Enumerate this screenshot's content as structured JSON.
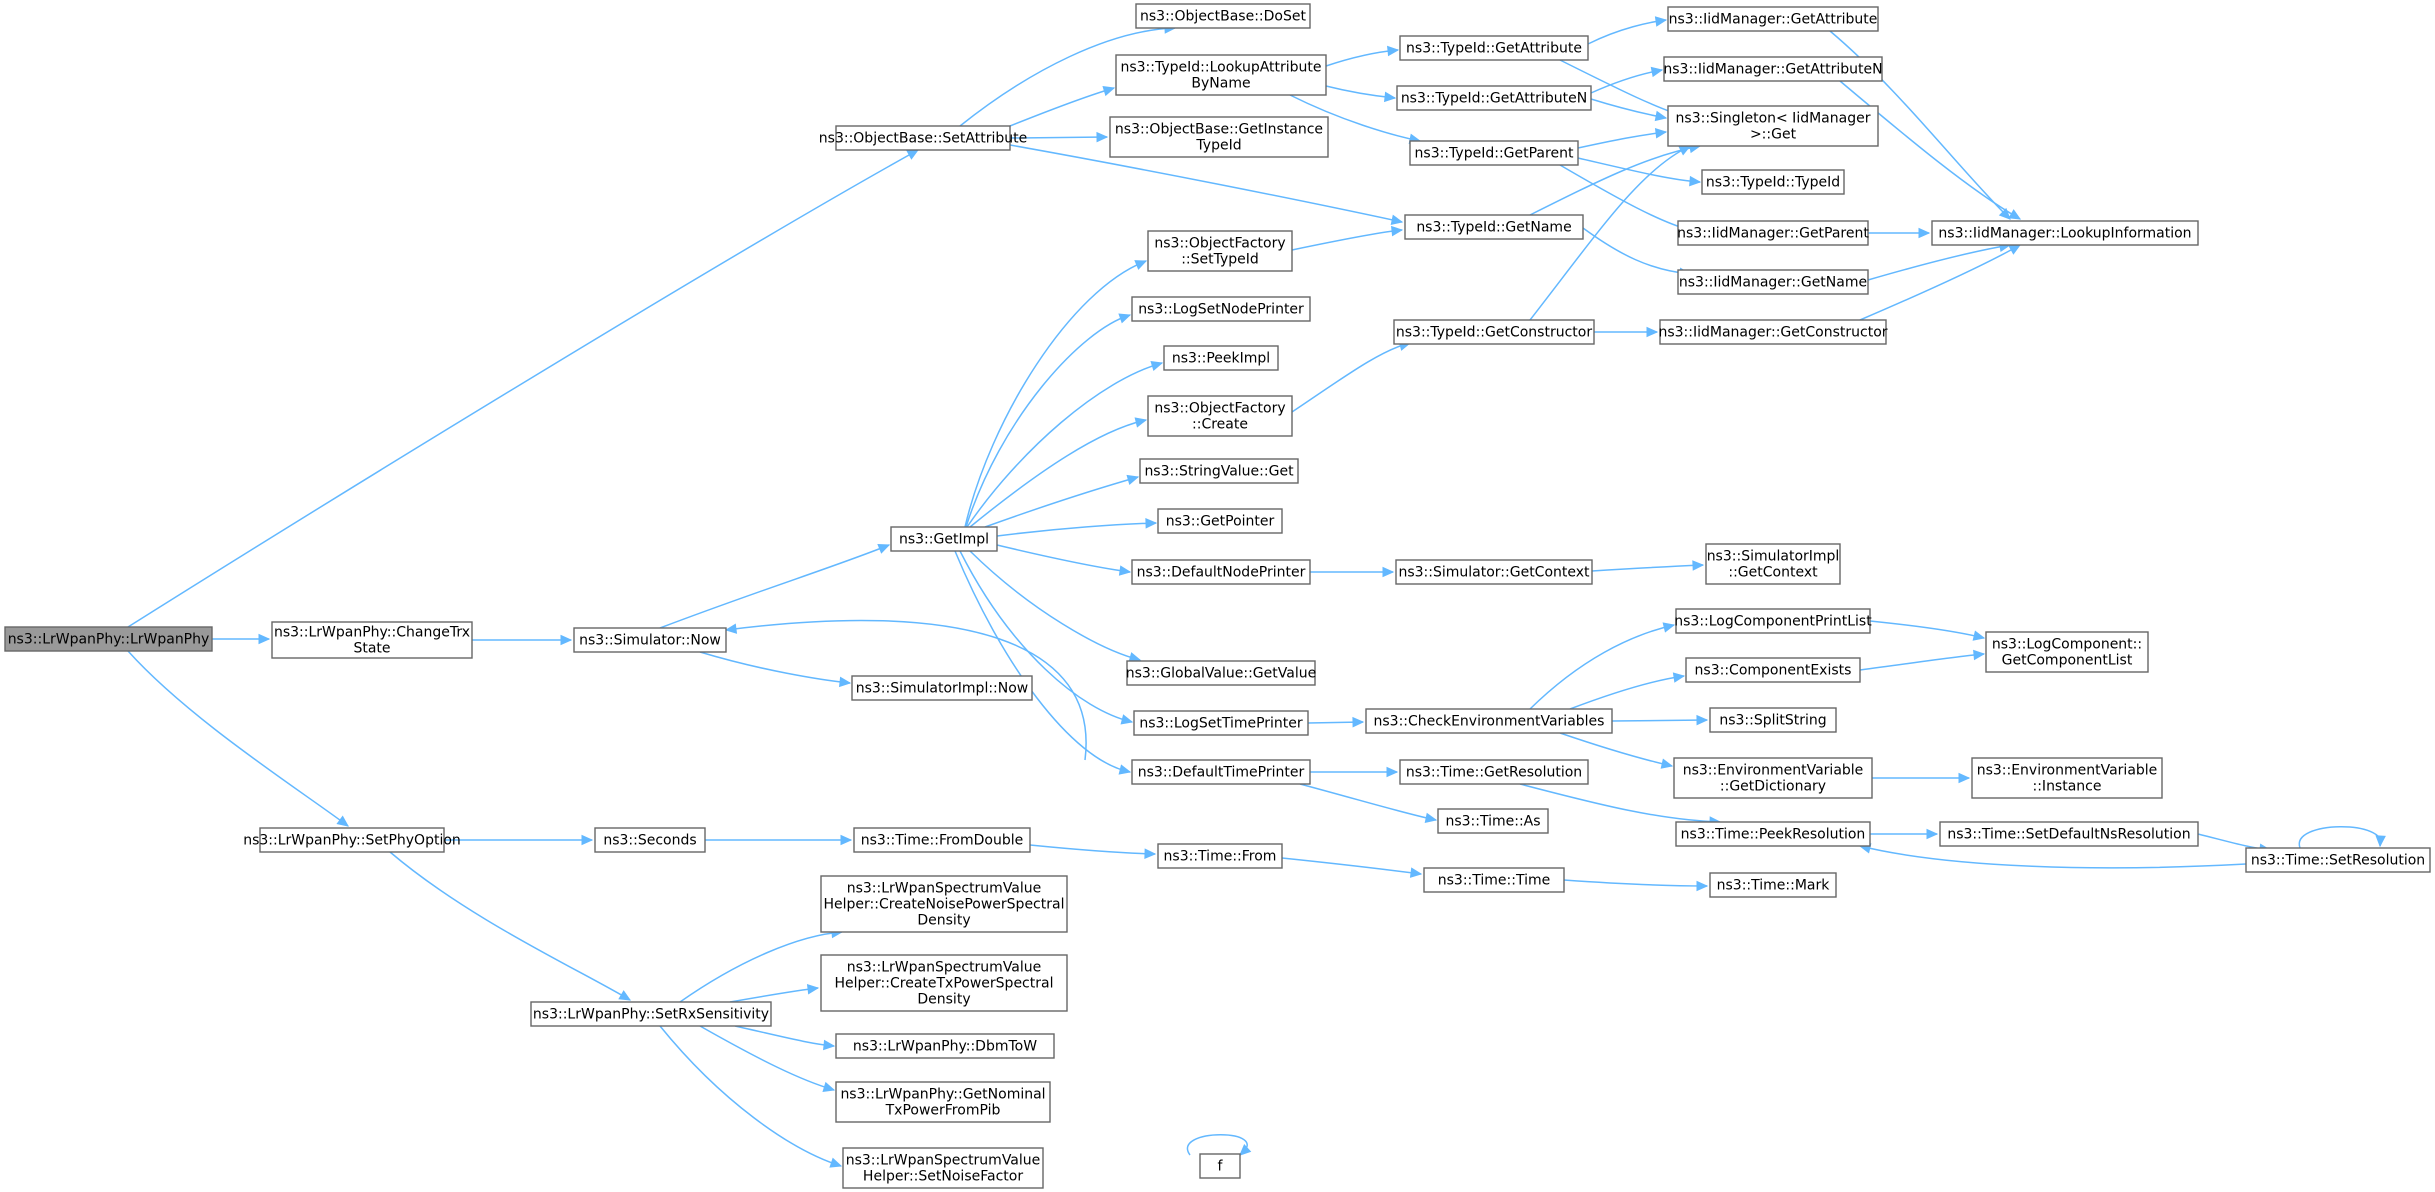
{
  "nodes": [
    {
      "id": "root",
      "lines": [
        "ns3::LrWpanPhy::LrWpanPhy"
      ],
      "root": true
    },
    {
      "id": "changeTrx",
      "lines": [
        "ns3::LrWpanPhy::ChangeTrx",
        "State"
      ]
    },
    {
      "id": "setPhyOpt",
      "lines": [
        "ns3::LrWpanPhy::SetPhyOption"
      ]
    },
    {
      "id": "objSetAttr",
      "lines": [
        "ns3::ObjectBase::SetAttribute"
      ]
    },
    {
      "id": "simNow",
      "lines": [
        "ns3::Simulator::Now"
      ]
    },
    {
      "id": "seconds",
      "lines": [
        "ns3::Seconds"
      ]
    },
    {
      "id": "setRxSens",
      "lines": [
        "ns3::LrWpanPhy::SetRxSensitivity"
      ]
    },
    {
      "id": "getImpl",
      "lines": [
        "ns3::GetImpl"
      ]
    },
    {
      "id": "simImplNow",
      "lines": [
        "ns3::SimulatorImpl::Now"
      ]
    },
    {
      "id": "fromDouble",
      "lines": [
        "ns3::Time::FromDouble"
      ]
    },
    {
      "id": "createNoise",
      "lines": [
        "ns3::LrWpanSpectrumValue",
        "Helper::CreateNoisePowerSpectral",
        "Density"
      ]
    },
    {
      "id": "createTx",
      "lines": [
        "ns3::LrWpanSpectrumValue",
        "Helper::CreateTxPowerSpectral",
        "Density"
      ]
    },
    {
      "id": "dbmToW",
      "lines": [
        "ns3::LrWpanPhy::DbmToW"
      ]
    },
    {
      "id": "getNominal",
      "lines": [
        "ns3::LrWpanPhy::GetNominal",
        "TxPowerFromPib"
      ]
    },
    {
      "id": "setNoise",
      "lines": [
        "ns3::LrWpanSpectrumValue",
        "Helper::SetNoiseFactor"
      ]
    },
    {
      "id": "doSet",
      "lines": [
        "ns3::ObjectBase::DoSet"
      ]
    },
    {
      "id": "lookupAttr",
      "lines": [
        "ns3::TypeId::LookupAttribute",
        "ByName"
      ]
    },
    {
      "id": "getInstTypeId",
      "lines": [
        "ns3::ObjectBase::GetInstance",
        "TypeId"
      ]
    },
    {
      "id": "ofSetTypeId",
      "lines": [
        "ns3::ObjectFactory",
        "::SetTypeId"
      ]
    },
    {
      "id": "logSetNode",
      "lines": [
        "ns3::LogSetNodePrinter"
      ]
    },
    {
      "id": "peekImpl",
      "lines": [
        "ns3::PeekImpl"
      ]
    },
    {
      "id": "ofCreate",
      "lines": [
        "ns3::ObjectFactory",
        "::Create"
      ]
    },
    {
      "id": "strGet",
      "lines": [
        "ns3::StringValue::Get"
      ]
    },
    {
      "id": "getPointer",
      "lines": [
        "ns3::GetPointer"
      ]
    },
    {
      "id": "defNodePr",
      "lines": [
        "ns3::DefaultNodePrinter"
      ]
    },
    {
      "id": "gvGetValue",
      "lines": [
        "ns3::GlobalValue::GetValue"
      ]
    },
    {
      "id": "logSetTime",
      "lines": [
        "ns3::LogSetTimePrinter"
      ]
    },
    {
      "id": "defTimePr",
      "lines": [
        "ns3::DefaultTimePrinter"
      ]
    },
    {
      "id": "timeFrom",
      "lines": [
        "ns3::Time::From"
      ]
    },
    {
      "id": "f",
      "lines": [
        "f"
      ]
    },
    {
      "id": "tidGetAttr",
      "lines": [
        "ns3::TypeId::GetAttribute"
      ]
    },
    {
      "id": "tidGetAttrN",
      "lines": [
        "ns3::TypeId::GetAttributeN"
      ]
    },
    {
      "id": "tidGetParent",
      "lines": [
        "ns3::TypeId::GetParent"
      ]
    },
    {
      "id": "tidGetName",
      "lines": [
        "ns3::TypeId::GetName"
      ]
    },
    {
      "id": "tidGetCtor",
      "lines": [
        "ns3::TypeId::GetConstructor"
      ]
    },
    {
      "id": "simGetCtx",
      "lines": [
        "ns3::Simulator::GetContext"
      ]
    },
    {
      "id": "checkEnv",
      "lines": [
        "ns3::CheckEnvironmentVariables"
      ]
    },
    {
      "id": "timeGetRes",
      "lines": [
        "ns3::Time::GetResolution"
      ]
    },
    {
      "id": "timeAs",
      "lines": [
        "ns3::Time::As"
      ]
    },
    {
      "id": "timeTime",
      "lines": [
        "ns3::Time::Time"
      ]
    },
    {
      "id": "iidGetAttr",
      "lines": [
        "ns3::IidManager::GetAttribute"
      ]
    },
    {
      "id": "iidGetAttrN",
      "lines": [
        "ns3::IidManager::GetAttributeN"
      ]
    },
    {
      "id": "singletonGet",
      "lines": [
        "ns3::Singleton< IidManager",
        ">::Get"
      ]
    },
    {
      "id": "tidTypeId",
      "lines": [
        "ns3::TypeId::TypeId"
      ]
    },
    {
      "id": "iidGetParent",
      "lines": [
        "ns3::IidManager::GetParent"
      ]
    },
    {
      "id": "iidGetName",
      "lines": [
        "ns3::IidManager::GetName"
      ]
    },
    {
      "id": "iidGetCtor",
      "lines": [
        "ns3::IidManager::GetConstructor"
      ]
    },
    {
      "id": "simImplGetCtx",
      "lines": [
        "ns3::SimulatorImpl",
        "::GetContext"
      ]
    },
    {
      "id": "logCompPrint",
      "lines": [
        "ns3::LogComponentPrintList"
      ]
    },
    {
      "id": "compExists",
      "lines": [
        "ns3::ComponentExists"
      ]
    },
    {
      "id": "splitStr",
      "lines": [
        "ns3::SplitString"
      ]
    },
    {
      "id": "envGetDict",
      "lines": [
        "ns3::EnvironmentVariable",
        "::GetDictionary"
      ]
    },
    {
      "id": "timePeekRes",
      "lines": [
        "ns3::Time::PeekResolution"
      ]
    },
    {
      "id": "timeMark",
      "lines": [
        "ns3::Time::Mark"
      ]
    },
    {
      "id": "iidLookup",
      "lines": [
        "ns3::IidManager::LookupInformation"
      ]
    },
    {
      "id": "logCompGetList",
      "lines": [
        "ns3::LogComponent::",
        "GetComponentList"
      ]
    },
    {
      "id": "envInstance",
      "lines": [
        "ns3::EnvironmentVariable",
        "::Instance"
      ]
    },
    {
      "id": "timeSetDefNs",
      "lines": [
        "ns3::Time::SetDefaultNsResolution"
      ]
    },
    {
      "id": "timeSetRes",
      "lines": [
        "ns3::Time::SetResolution"
      ]
    }
  ]
}
